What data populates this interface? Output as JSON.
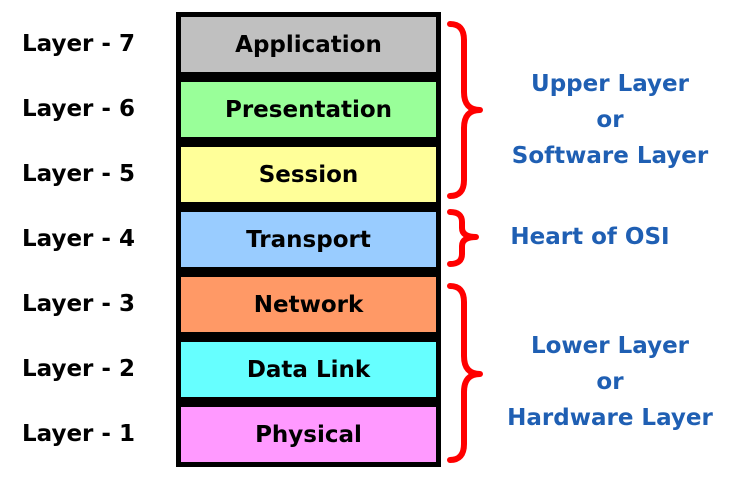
{
  "layers": [
    {
      "number_label": "Layer - 7",
      "name": "Application",
      "color": "#c0c0c0"
    },
    {
      "number_label": "Layer - 6",
      "name": "Presentation",
      "color": "#99ff99"
    },
    {
      "number_label": "Layer - 5",
      "name": "Session",
      "color": "#ffff99"
    },
    {
      "number_label": "Layer - 4",
      "name": "Transport",
      "color": "#99ccff"
    },
    {
      "number_label": "Layer - 3",
      "name": "Network",
      "color": "#ff9966"
    },
    {
      "number_label": "Layer - 2",
      "name": "Data Link",
      "color": "#66ffff"
    },
    {
      "number_label": "Layer - 1",
      "name": "Physical",
      "color": "#ff99ff"
    }
  ],
  "groups": {
    "upper": {
      "line1": "Upper Layer",
      "line2": "or",
      "line3": "Software Layer"
    },
    "heart": {
      "line1": "Heart of OSI"
    },
    "lower": {
      "line1": "Lower Layer",
      "line2": "or",
      "line3": "Hardware Layer"
    }
  },
  "colors": {
    "brace": "#ff0000",
    "group_text": "#1f5fb3",
    "border": "#000000"
  }
}
